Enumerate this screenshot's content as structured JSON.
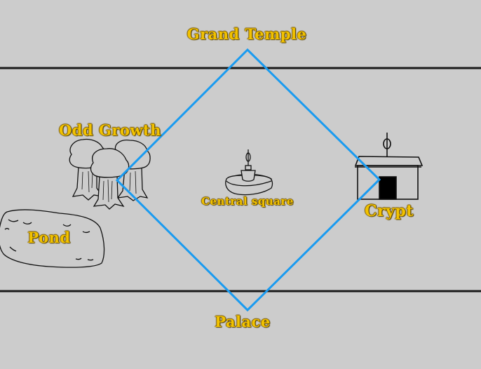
{
  "map": {
    "background_color": "#cccccc",
    "route_color": "#1a9bf0",
    "border_color": "#1a1a1a",
    "locations": [
      {
        "id": "grand-temple",
        "label": "Grand Temple",
        "icon": "temple"
      },
      {
        "id": "odd-growth",
        "label": "Odd Growth",
        "icon": "trees-icon"
      },
      {
        "id": "central-square",
        "label": "Central square",
        "icon": "fountain-icon"
      },
      {
        "id": "crypt",
        "label": "Crypt",
        "icon": "crypt-icon"
      },
      {
        "id": "pond",
        "label": "Pond",
        "icon": "pond-icon"
      },
      {
        "id": "palace",
        "label": "Palace",
        "icon": "palace"
      }
    ]
  }
}
